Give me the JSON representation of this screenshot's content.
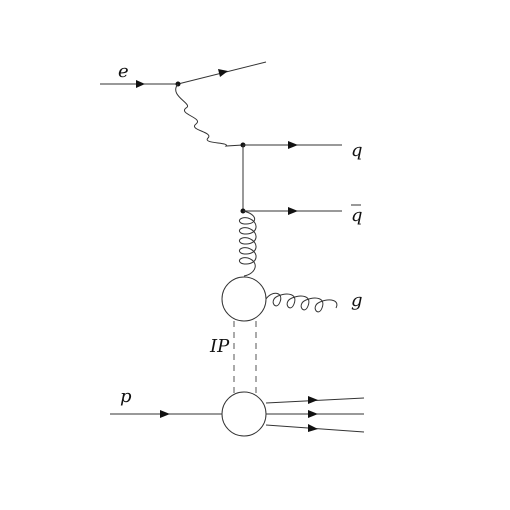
{
  "labels": {
    "electron": "e",
    "quark": "q",
    "antiquark": "q",
    "gluon": "g",
    "pomeron": "IP",
    "proton": "p"
  }
}
